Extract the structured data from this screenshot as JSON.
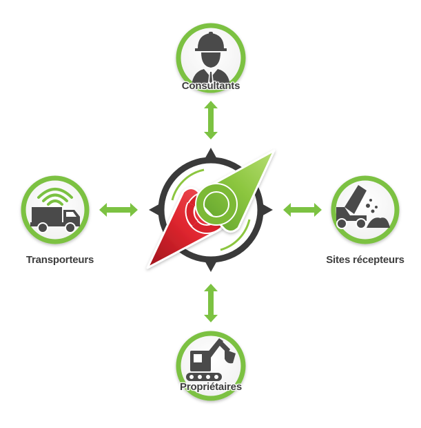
{
  "nodes": {
    "top": {
      "label": "Consultants",
      "icon": "consultant-icon"
    },
    "left": {
      "label": "Transporteurs",
      "icon": "truck-icon"
    },
    "right": {
      "label": "Sites récepteurs",
      "icon": "dump-truck-icon"
    },
    "bottom": {
      "label": "Propriétaires",
      "icon": "excavator-icon"
    }
  },
  "center": {
    "icon": "compass-icon"
  },
  "colors": {
    "ring_green": "#7bc142",
    "icon_gray": "#4a4a4a",
    "arrow_green": "#7cc242",
    "needle_green": "#8cc63f",
    "needle_red": "#e0262f",
    "compass_dark": "#3a3a3a"
  }
}
